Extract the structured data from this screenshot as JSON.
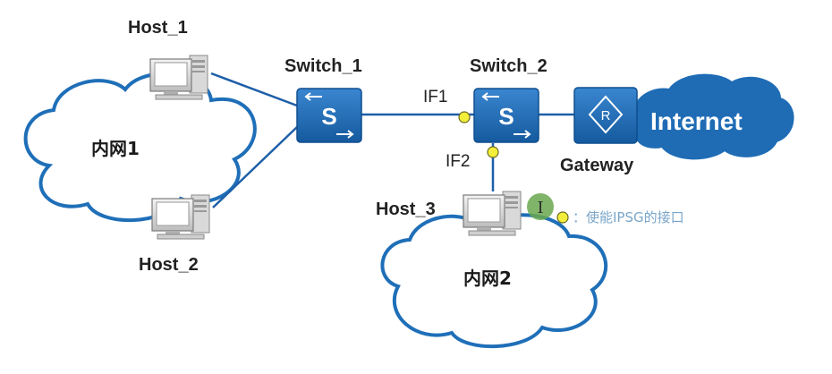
{
  "nodes": {
    "host1": "Host_1",
    "host2": "Host_2",
    "host3": "Host_3",
    "switch1": "Switch_1",
    "switch2": "Switch_2",
    "gateway": "Gateway",
    "internet": "Internet",
    "switch_glyph": "S",
    "router_glyph": "R"
  },
  "interfaces": {
    "if1": "IF1",
    "if2": "IF2"
  },
  "clouds": {
    "lan1": "内网1",
    "lan2": "内网2"
  },
  "legend": {
    "text": "：使能IPSG的接口"
  },
  "cursor": {
    "glyph": "I"
  },
  "colors": {
    "device_blue": "#1f67b1",
    "link_blue": "#1e5fa8",
    "interface_dot": "#f3ee3a",
    "cursor_green": "#6aa84f"
  }
}
